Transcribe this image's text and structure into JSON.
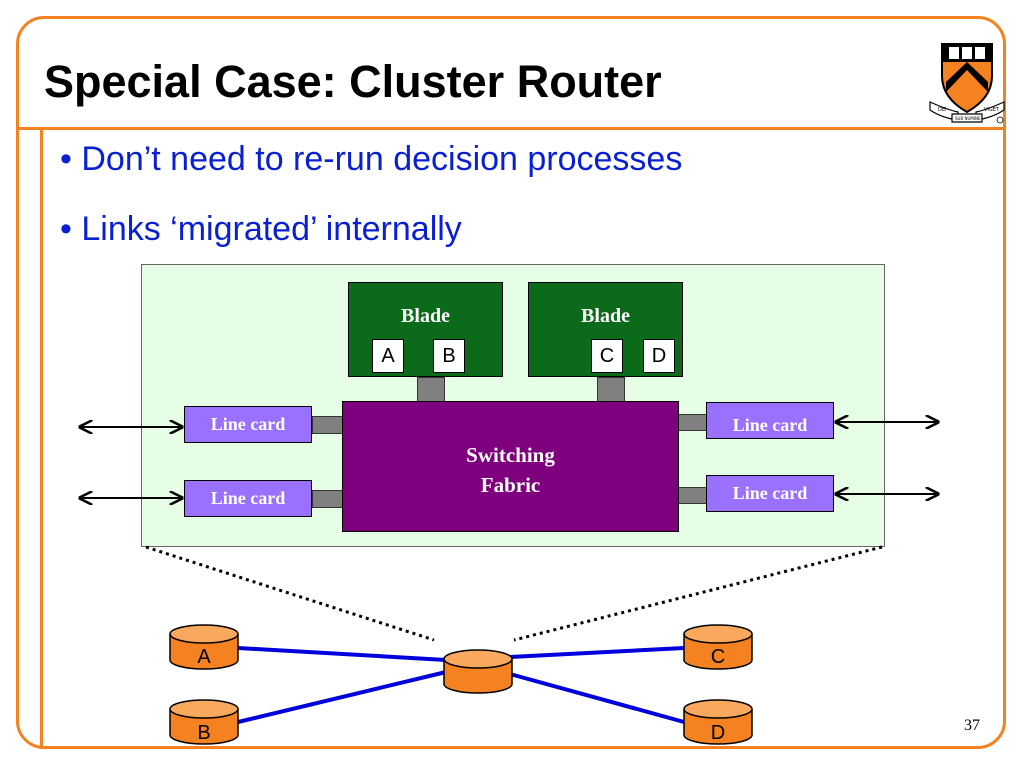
{
  "slide": {
    "title": "Special Case: Cluster Router",
    "bullets": [
      "• Don’t need to re-run decision processes",
      "• Links ‘migrated’ internally"
    ],
    "page_number": "37"
  },
  "diagram": {
    "blades": [
      {
        "label": "Blade",
        "slots": [
          "A",
          "B"
        ]
      },
      {
        "label": "Blade",
        "slots": [
          "C",
          "D"
        ]
      }
    ],
    "fabric": {
      "line1": "Switching",
      "line2": "Fabric"
    },
    "line_cards": [
      "Line card",
      "Line card",
      "Line card",
      "Line card"
    ],
    "nodes": [
      "A",
      "B",
      "C",
      "D"
    ]
  },
  "colors": {
    "accent": "#f58220",
    "bullet_text": "#0a1fd2",
    "blade": "#0b6b1a",
    "fabric": "#7e007e",
    "line_card": "#9a70ff",
    "router_bg": "#e6fde6",
    "node": "#f58220",
    "link": "#0000dd"
  },
  "logo": {
    "icon": "princeton-shield-icon",
    "motto": "DEI SUB NUMINE VIGET"
  }
}
